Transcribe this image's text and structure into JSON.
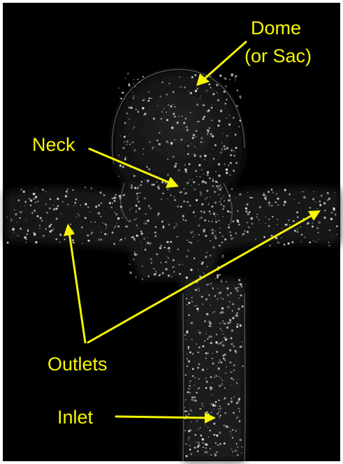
{
  "labels": {
    "dome": "Dome",
    "sac": "(or Sac)",
    "neck": "Neck",
    "outlets": "Outlets",
    "inlet": "Inlet"
  },
  "colors": {
    "annotation": "#f7f700",
    "background": "#000000",
    "particle": "#d8d8d8",
    "border": "#ffffff"
  },
  "icons": {
    "arrows": "arrow"
  }
}
